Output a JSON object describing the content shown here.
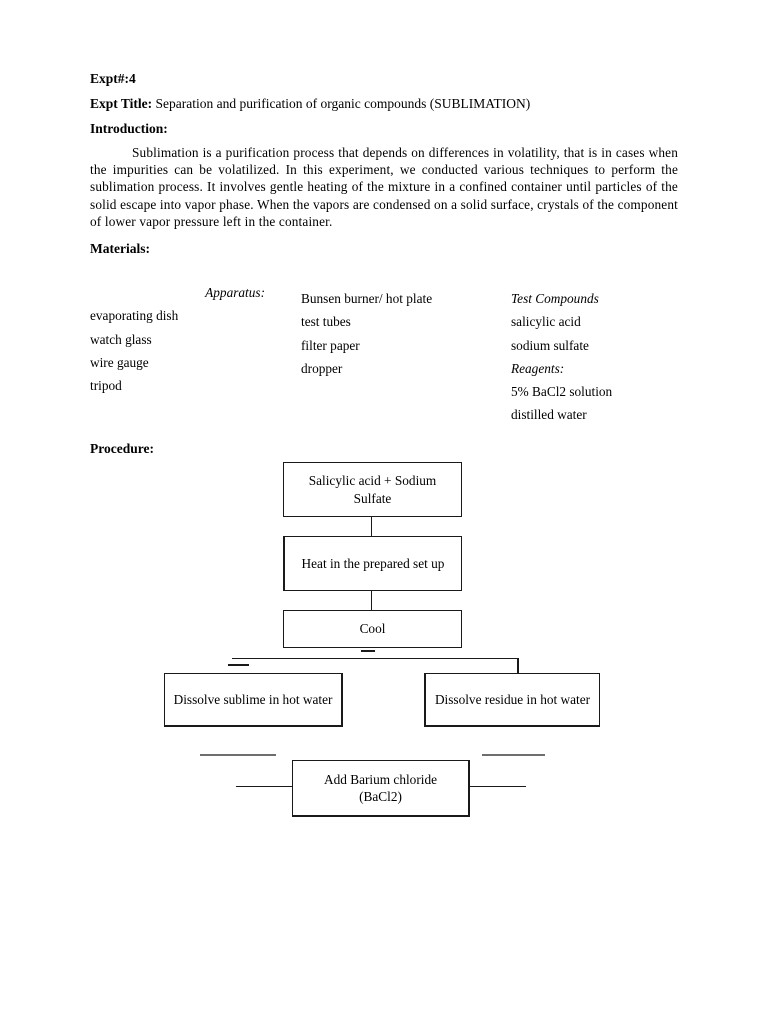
{
  "document": {
    "expt_number_label": "Expt#:",
    "expt_number_value": "4",
    "expt_number_line": "Expt#:4",
    "title_label": "Expt Title:",
    "title_text": "Separation and purification of organic compounds (SUBLIMATION)",
    "introduction_label": "Introduction:",
    "introduction_body": "Sublimation is a purification process that depends on differences in volatility, that is in cases when the impurities can be volatilized. In this experiment, we conducted various techniques to perform the sublimation process. It involves gentle heating of the mixture in a confined container until particles of the solid escape into vapor phase. When the vapors are condensed on a solid surface, crystals of the component of lower vapor pressure left in the container.",
    "materials_label": "Materials:",
    "procedure_label": "Procedure:"
  },
  "materials": {
    "column_1": {
      "heading": "Apparatus:",
      "items": [
        "evaporating dish",
        "watch glass",
        "wire gauge",
        "tripod"
      ]
    },
    "column_2": {
      "items": [
        "Bunsen burner/ hot plate",
        "test tubes",
        "filter paper",
        "dropper"
      ]
    },
    "column_3": {
      "heading_compounds": "Test Compounds",
      "compounds": [
        "salicylic acid",
        "sodium sulfate"
      ],
      "heading_reagents": "Reagents:",
      "reagents": [
        "5% BaCl2 solution",
        "distilled water"
      ]
    }
  },
  "flowchart": {
    "nodes": [
      {
        "id": "start",
        "text": "Salicylic acid + Sodium Sulfate"
      },
      {
        "id": "heat",
        "text": "Heat in the prepared set up"
      },
      {
        "id": "cool",
        "text": "Cool"
      },
      {
        "id": "left",
        "text": "Dissolve sublime in hot water"
      },
      {
        "id": "right",
        "text": "Dissolve residue in hot water"
      },
      {
        "id": "bacl2",
        "text": "Add Barium chloride (BaCl2)"
      }
    ],
    "edges": [
      {
        "from": "start",
        "to": "heat"
      },
      {
        "from": "heat",
        "to": "cool"
      },
      {
        "from": "cool",
        "to": "left"
      },
      {
        "from": "cool",
        "to": "right"
      },
      {
        "from": "left",
        "to": "bacl2"
      },
      {
        "from": "right",
        "to": "bacl2"
      }
    ]
  },
  "colors": {
    "page_background": "#ffffff",
    "text": "#000000",
    "node_border": "#1a1a1a",
    "connector_gray": "#6e6e6e"
  }
}
